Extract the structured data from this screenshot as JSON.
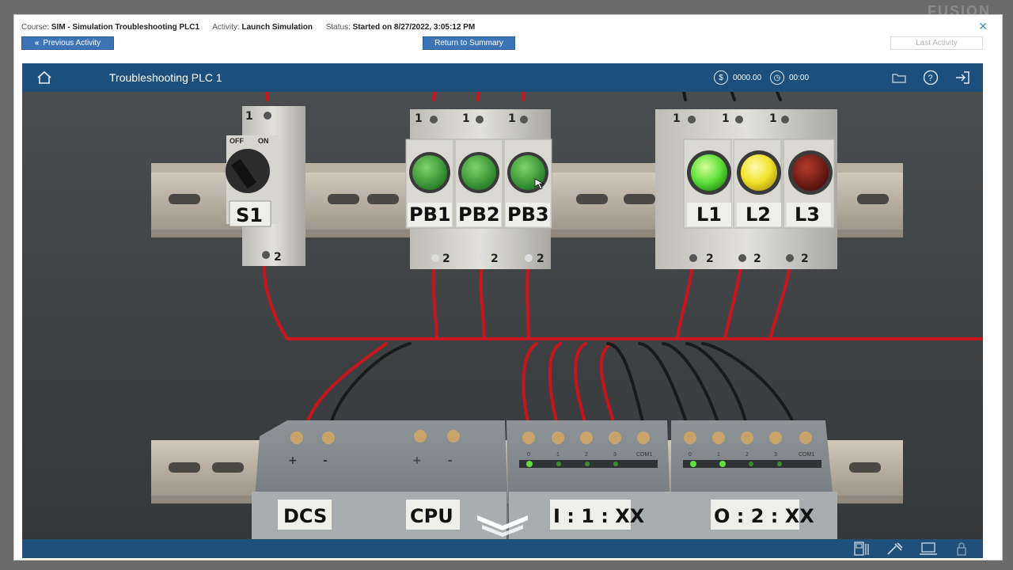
{
  "brand": "FUSION",
  "info": {
    "course_label": "Course:",
    "course_value": "SIM - Simulation Troubleshooting PLC1",
    "activity_label": "Activity:",
    "activity_value": "Launch Simulation",
    "status_label": "Status:",
    "status_value": "Started on 8/27/2022, 3:05:12 PM"
  },
  "buttons": {
    "previous": "Previous Activity",
    "summary": "Return to Summary",
    "last": "Last Activity"
  },
  "sim": {
    "title": "Troubleshooting PLC 1",
    "money": "0000.00",
    "time": "00:00",
    "devices": {
      "switch": "S1",
      "switch_off": "OFF",
      "switch_on": "ON",
      "pb1": "PB1",
      "pb2": "PB2",
      "pb3": "PB3",
      "l1": "L1",
      "l2": "L2",
      "l3": "L3"
    },
    "terminals": {
      "top": "1",
      "bottom": "2"
    },
    "modules": {
      "dcs": "DCS",
      "cpu": "CPU",
      "input": "I : 1 : XX",
      "output": "O : 2 : XX",
      "plus": "+",
      "minus": "-",
      "ch0": "0",
      "ch1": "1",
      "ch2": "2",
      "ch3": "3",
      "com": "COM1"
    }
  },
  "colors": {
    "header": "#1c4f7c",
    "button": "#3d74b8",
    "lamp_green": "#5fe03a",
    "lamp_yellow": "#f2e22c",
    "lamp_red": "#7a1a14",
    "wire_red": "#c8141c",
    "wire_black": "#1a1a1a"
  },
  "icons": [
    "home-icon",
    "dollar-icon",
    "clock-icon",
    "folder-icon",
    "help-icon",
    "exit-icon",
    "meter-icon",
    "screwdriver-icon",
    "laptop-icon",
    "lock-icon",
    "close-icon",
    "chevron-left-icon",
    "chevron-down-icon"
  ]
}
